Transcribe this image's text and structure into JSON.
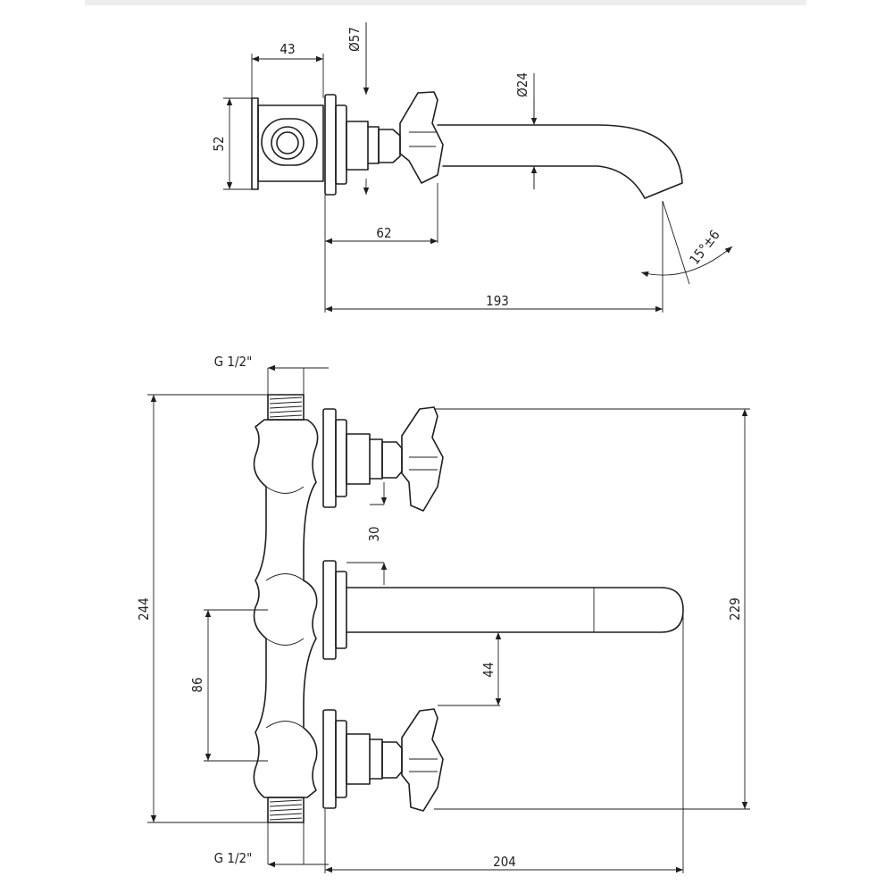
{
  "side_view": {
    "dim_width": "43",
    "dim_diameter_flange": "Ø57",
    "dim_diameter_spout": "Ø24",
    "dim_height": "52",
    "dim_handle_depth": "62",
    "dim_spout_length": "193",
    "dim_angle": "15°±6"
  },
  "front_view": {
    "thread_top": "G 1/2\"",
    "thread_bottom": "G 1/2\"",
    "dim_total_height": "244",
    "dim_spacing": "30",
    "dim_outlet_offset": "86",
    "dim_spout_height": "44",
    "dim_handle_span": "229",
    "dim_total_depth": "204"
  }
}
